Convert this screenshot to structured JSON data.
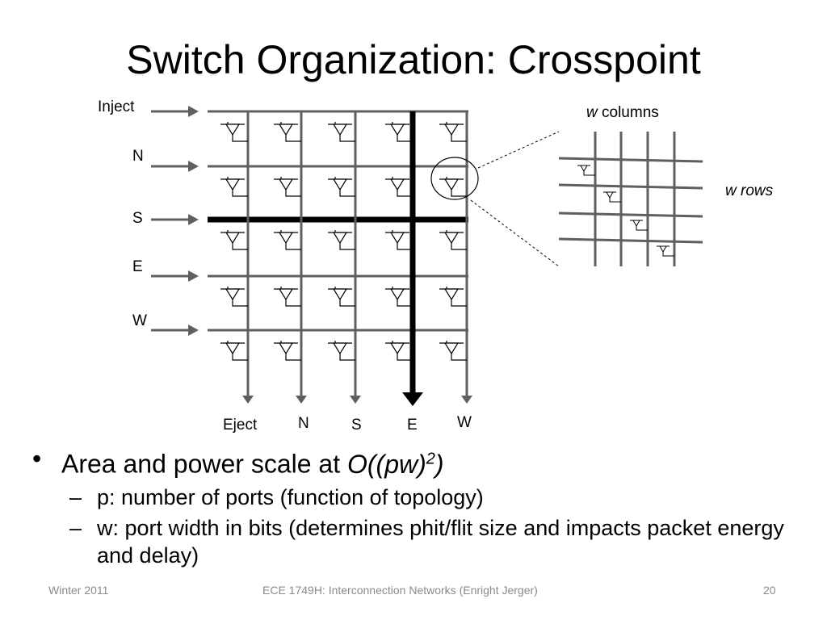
{
  "slide": {
    "title": "Switch Organization: Crosspoint"
  },
  "diagram": {
    "input_labels": [
      "Inject",
      "N",
      "S",
      "E",
      "W"
    ],
    "output_labels": [
      "Eject",
      "N",
      "S",
      "E",
      "W"
    ],
    "highlighted_input": "S",
    "highlighted_output": "E",
    "zoom": {
      "columns_italic": "w",
      "columns_text": " columns",
      "rows_label": "w rows",
      "size": 4
    }
  },
  "bullets": {
    "main": {
      "text": "Area and power scale at ",
      "formula": "O((pw)",
      "exponent": "2",
      "close": ")"
    },
    "sub": [
      "p: number of ports (function of topology)",
      "w: port width in bits (determines phit/flit size and impacts packet energy and delay)"
    ]
  },
  "footer": {
    "left": "Winter 2011",
    "center": "ECE 1749H: Interconnection Networks (Enright Jerger)",
    "page": "20"
  }
}
